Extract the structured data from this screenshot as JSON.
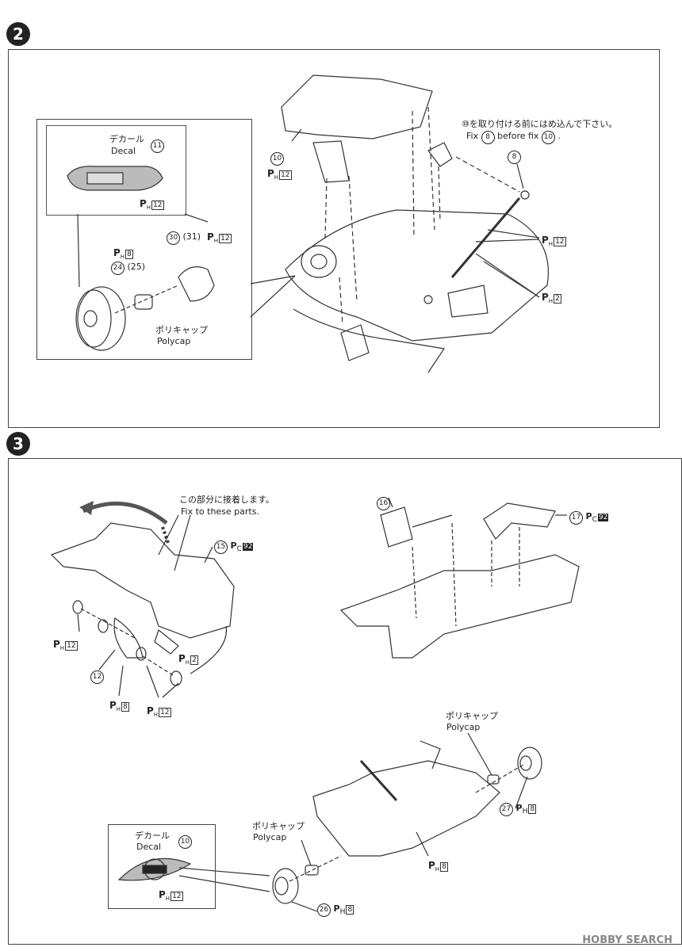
{
  "step2": {
    "number": "2",
    "inset": {
      "decal_jp": "デカール",
      "decal_en": "Decal",
      "decal_part": "11",
      "decal_ph": "12",
      "wheel_ph": "8",
      "wheel_parts": "24",
      "wheel_parts_alt": "(25)",
      "hub_parts": "30",
      "hub_parts_alt": "(31)",
      "hub_ph": "12",
      "polycap_jp": "ポリキャップ",
      "polycap_en": "Polycap"
    },
    "note_jp": "⑩を取り付ける前にはめ込んで下さい。",
    "note_en_prefix": "Fix",
    "note_en_part1": "8",
    "note_en_mid": "before fix",
    "note_en_part2": "10",
    "note_en_suffix": ".",
    "part10": "10",
    "part10_ph": "12",
    "part8": "8",
    "ph12": "12",
    "ph2": "2"
  },
  "step3": {
    "number": "3",
    "glue_jp": "この部分に接着します。",
    "glue_en": "Fix to these parts.",
    "part15": "15",
    "part15_pc": "92",
    "ph12_a": "12",
    "ph2": "2",
    "part12": "12",
    "ph8": "8",
    "ph12_b": "12",
    "part16": "16",
    "part17": "17",
    "part17_pc": "92",
    "polycap_jp_a": "ポリキャップ",
    "polycap_en_a": "Polycap",
    "part27": "27",
    "part27_ph": "8",
    "polycap_jp_b": "ポリキャップ",
    "polycap_en_b": "Polycap",
    "mid_ph": "8",
    "decal_jp": "デカール",
    "decal_en": "Decal",
    "decal_part": "10",
    "decal_ph": "12",
    "part26": "26",
    "part26_ph": "8"
  },
  "watermark": "HOBBY SEARCH"
}
